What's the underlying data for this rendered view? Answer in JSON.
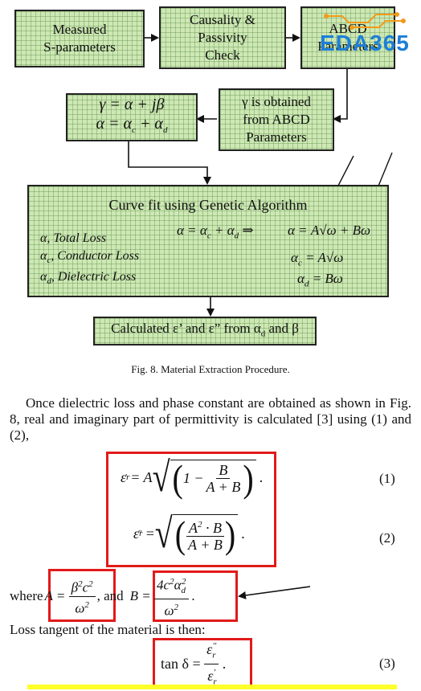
{
  "flowchart": {
    "box_measured": [
      "Measured",
      "S-parameters"
    ],
    "box_causality": [
      "Causality &",
      "Passivity",
      "Check"
    ],
    "box_abcd": [
      "ABCD",
      "Parameters"
    ],
    "box_gamma_obtained": [
      "γ is obtained",
      "from ABCD",
      "Parameters"
    ],
    "gamma_eq1": "γ = α + jβ",
    "gamma_eq2": "α = α",
    "curve_fit": {
      "title": "Curve fit using Genetic Algorithm",
      "legend_total": "α, Total Loss",
      "legend_conductor": "Conductor Loss",
      "legend_dielectric": "Dielectric Loss",
      "relation_left": "α = α",
      "relation_right": "α = A√ω + Bω",
      "alpha_c_eq": "= A√ω",
      "alpha_d_eq": "= Bω"
    },
    "calculated": "Calculated ε’ and ε” from α",
    "calculated_tail": "and β"
  },
  "watermark": {
    "text": "EDA365",
    "color": "#1d7fd6"
  },
  "caption": "Fig. 8.  Material Extraction Procedure.",
  "paragraph": "Once dielectric loss and phase constant are obtained as shown in Fig. 8, real and imaginary part of permittivity is calculated [3] using (1) and (2),",
  "equations": {
    "eq1_number": "(1)",
    "eq2_number": "(2)",
    "eq3_number": "(3)",
    "where_text": "where",
    "and_text": ", and",
    "loss_tangent_text": "Loss tangent of the material is then:",
    "tan_delta": "tan δ ="
  },
  "highlight_color": "#e21a1a"
}
